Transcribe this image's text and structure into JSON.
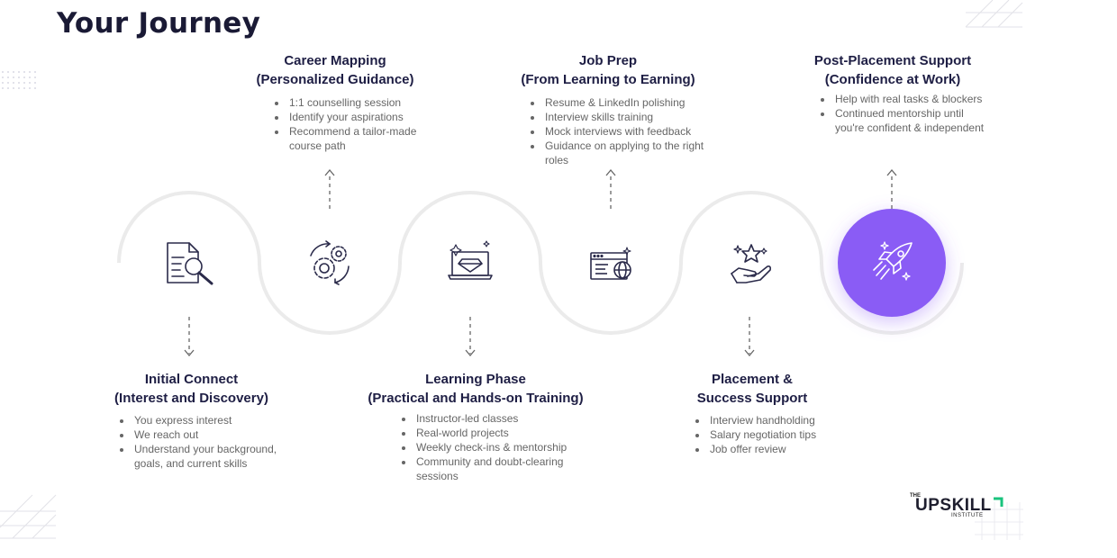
{
  "page": {
    "title": "Your Journey"
  },
  "stages": [
    {
      "id": "initial-connect",
      "title_line1": "Initial Connect",
      "title_line2": "(Interest and Discovery)",
      "bullets": [
        "You express interest",
        "We reach out",
        "Understand your background, goals, and current skills"
      ],
      "icon": "document-search-icon"
    },
    {
      "id": "career-mapping",
      "title_line1": "Career Mapping",
      "title_line2": "(Personalized Guidance)",
      "bullets": [
        "1:1 counselling session",
        "Identify your aspirations",
        "Recommend a tailor-made course path"
      ],
      "icon": "gears-icon"
    },
    {
      "id": "learning-phase",
      "title_line1": "Learning Phase",
      "title_line2": "(Practical and Hands-on Training)",
      "bullets": [
        "Instructor-led classes",
        "Real-world projects",
        "Weekly check-ins & mentorship",
        "Community and doubt-clearing sessions"
      ],
      "icon": "laptop-diamond-icon"
    },
    {
      "id": "job-prep",
      "title_line1": "Job Prep",
      "title_line2": "(From Learning to Earning)",
      "bullets": [
        "Resume & LinkedIn polishing",
        "Interview skills training",
        "Mock interviews with feedback",
        "Guidance on applying to the right roles"
      ],
      "icon": "browser-globe-icon"
    },
    {
      "id": "placement-support",
      "title_line1": "Placement &",
      "title_line2": "Success Support",
      "bullets": [
        "Interview handholding",
        "Salary negotiation tips",
        "Job offer review"
      ],
      "icon": "hand-stars-icon"
    },
    {
      "id": "post-placement",
      "title_line1": "Post-Placement Support",
      "title_line2": "(Confidence at Work)",
      "bullets": [
        "Help with real tasks & blockers",
        "Continued mentorship until you're confident & independent"
      ],
      "icon": "rocket-icon"
    }
  ],
  "colors": {
    "accent": "#8a5cf5",
    "navy": "#1e1e44",
    "wave": "#ebebeb",
    "text": "#666666",
    "logo_green": "#19c37d"
  },
  "logo": {
    "the": "THE",
    "main": "UPSKILL",
    "sub": "INSTITUTE"
  }
}
